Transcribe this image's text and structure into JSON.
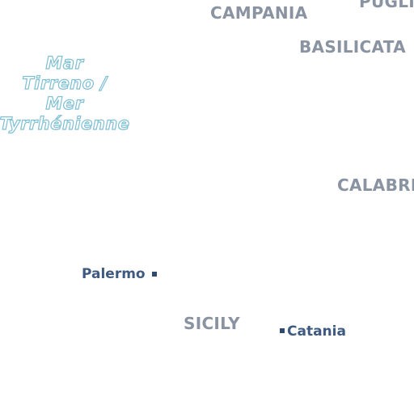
{
  "regions": {
    "campania": "CAMPANIA",
    "puglia": "PUGLIA",
    "basilicata": "BASILICATA",
    "calabria": "CALABRIA",
    "sicily": "SICILY"
  },
  "sea": {
    "line1": "Mar",
    "line2": "Tirreno /",
    "line3": "Mer",
    "line4": "Tyrrhénienne"
  },
  "cities": {
    "palermo": "Palermo",
    "catania": "Catania"
  },
  "colors": {
    "region_label": "#8a93a1",
    "city_label": "#3e5a80",
    "sea_outline": "#7fbfd3",
    "background": "#ffffff"
  }
}
